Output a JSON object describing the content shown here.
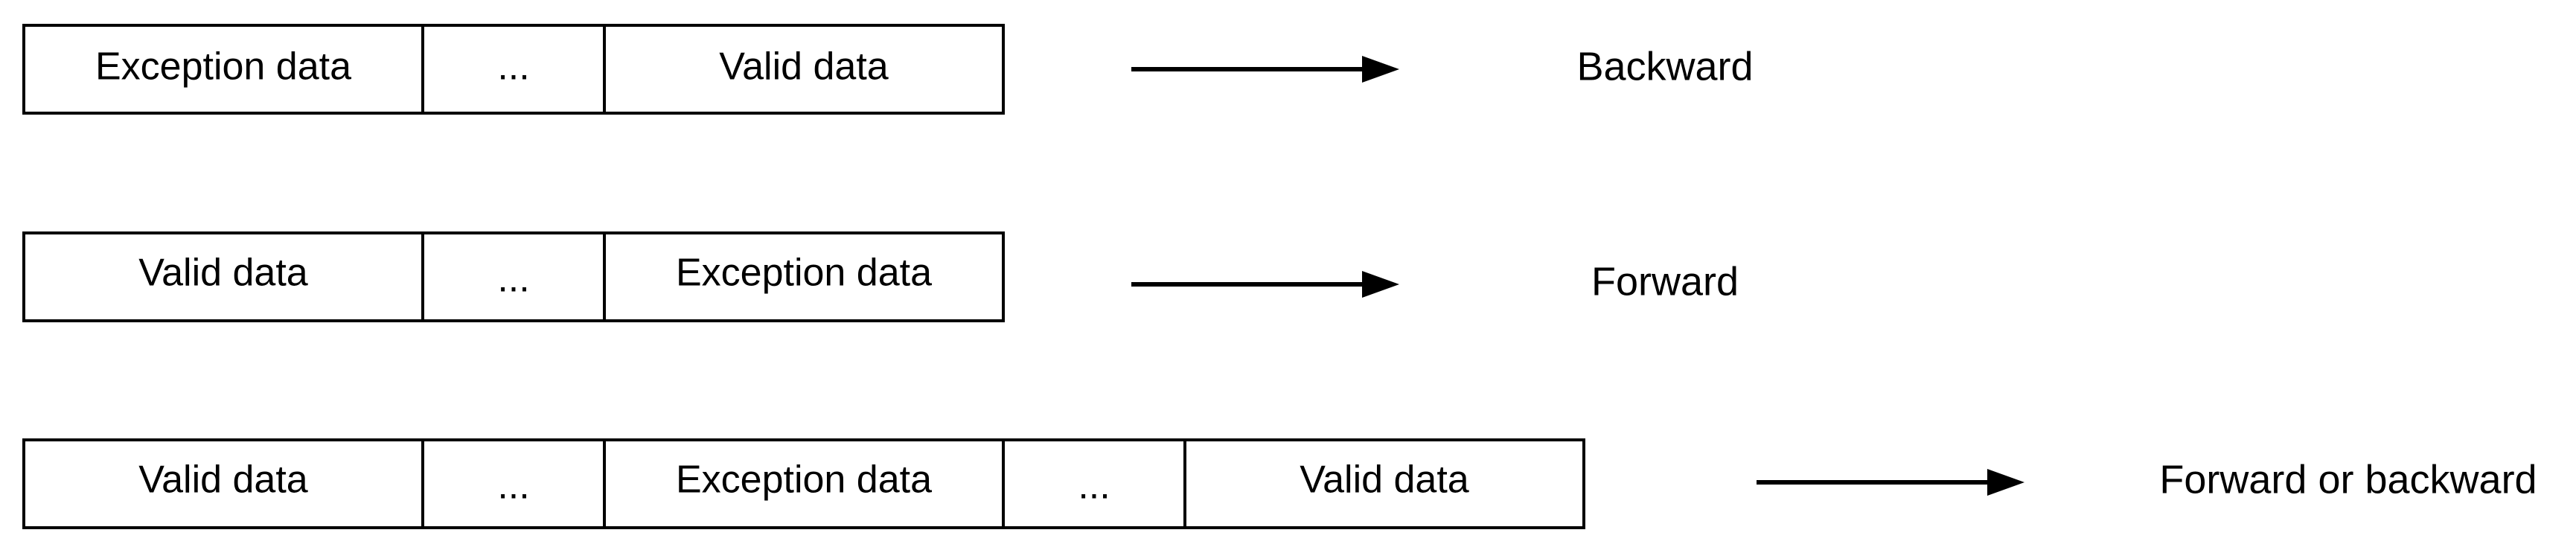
{
  "rows": [
    {
      "cells": [
        "Exception data",
        "...",
        "Valid data"
      ],
      "direction": "Backward"
    },
    {
      "cells": [
        "Valid data",
        "...",
        "Exception data"
      ],
      "direction": "Forward"
    },
    {
      "cells": [
        "Valid data",
        "...",
        "Exception data",
        "...",
        "Valid data"
      ],
      "direction": "Forward or backward"
    }
  ],
  "colors": {
    "stroke": "#000000",
    "fill": "#ffffff",
    "text": "#000000"
  }
}
